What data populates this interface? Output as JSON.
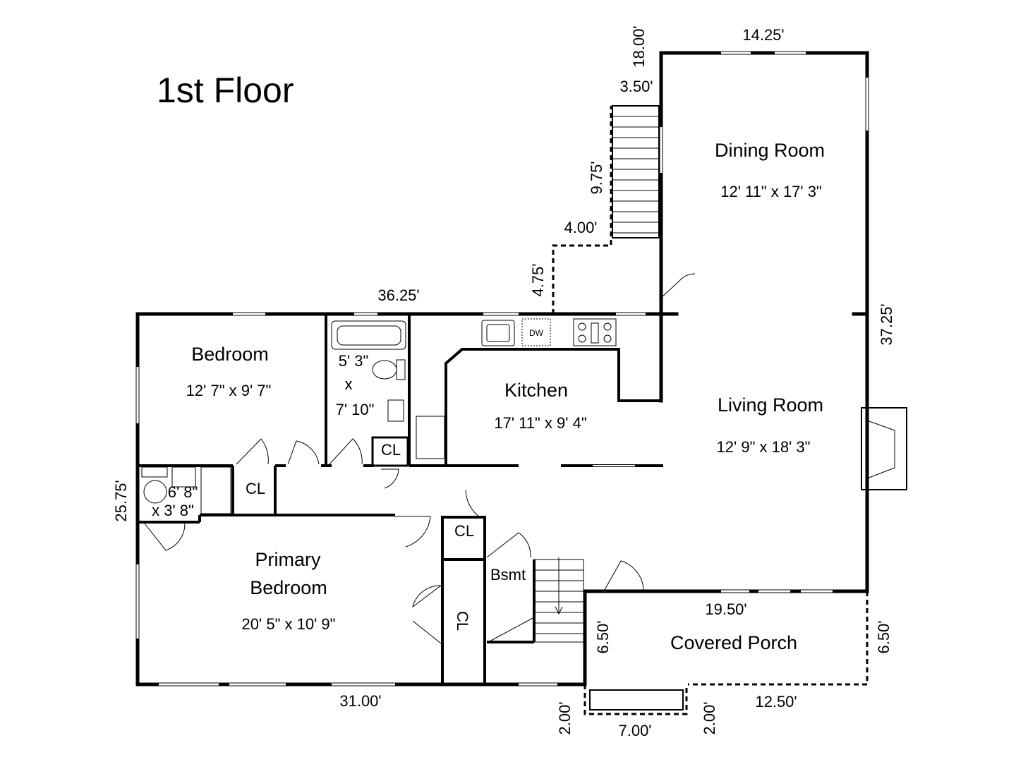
{
  "title": "1st Floor",
  "rooms": {
    "dining": {
      "name": "Dining Room",
      "size": "12' 11\" x 17' 3\""
    },
    "living": {
      "name": "Living Room",
      "size": "12' 9\" x 18' 3\""
    },
    "kitchen": {
      "name": "Kitchen",
      "size": "17' 11\" x 9' 4\""
    },
    "bedroom": {
      "name": "Bedroom",
      "size": "12' 7\" x 9' 7\""
    },
    "bath1": {
      "line1": "5' 3\"",
      "line2": "x",
      "line3": "7' 10\""
    },
    "bath2": {
      "line1": "6' 8\"",
      "line2": "x 3' 8\""
    },
    "primary": {
      "name_line1": "Primary",
      "name_line2": "Bedroom",
      "size": "20' 5\" x 10' 9\""
    },
    "porch": {
      "name": "Covered Porch"
    },
    "bsmt": {
      "name": "Bsmt"
    }
  },
  "closets": {
    "label": "CL"
  },
  "appliances": {
    "dishwasher": "DW"
  },
  "dimensions": {
    "d_18_00": "18.00'",
    "d_14_25": "14.25'",
    "d_3_50": "3.50'",
    "d_9_75": "9.75'",
    "d_4_00": "4.00'",
    "d_4_75": "4.75'",
    "d_36_25": "36.25'",
    "d_37_25": "37.25'",
    "d_25_75": "25.75'",
    "d_19_50": "19.50'",
    "d_6_50_left": "6.50'",
    "d_6_50_right": "6.50'",
    "d_31_00": "31.00'",
    "d_2_00_left": "2.00'",
    "d_7_00": "7.00'",
    "d_2_00_right": "2.00'",
    "d_12_50": "12.50'"
  }
}
